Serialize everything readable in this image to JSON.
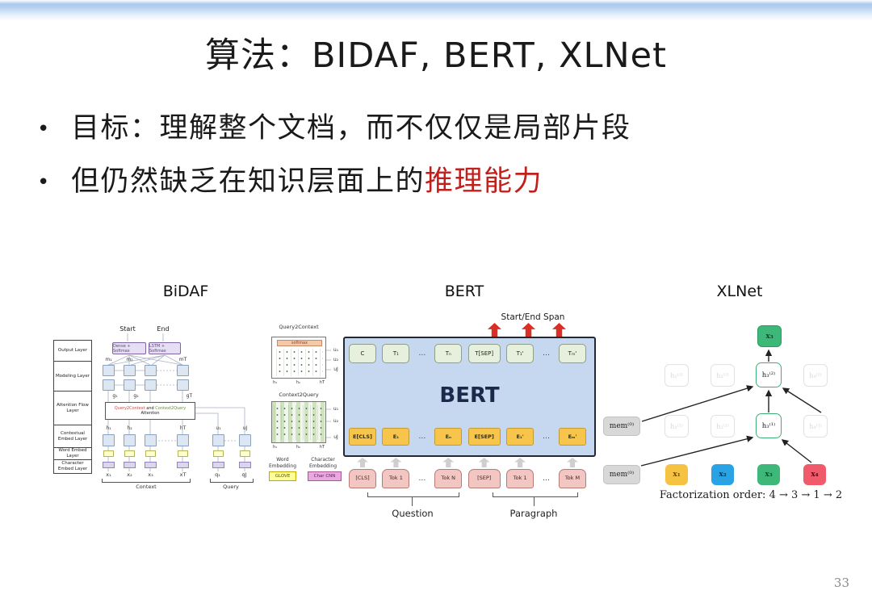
{
  "slide": {
    "title": "算法：BIDAF, BERT, XLNet",
    "bullet_glyph": "•",
    "bullet1": "目标：理解整个文档，而不仅仅是局部片段",
    "bullet2_black": "但仍然缺乏在知识层面上的",
    "bullet2_red": "推理能力",
    "accent_red": "#C00000",
    "page_number": "33"
  },
  "bidaf": {
    "title": "BiDAF",
    "start": "Start",
    "end": "End",
    "box_dense": "Dense + Softmax",
    "box_lstm": "LSTM + Softmax",
    "m": [
      "m₁",
      "m₂",
      "mT"
    ],
    "g": [
      "g₁",
      "g₂",
      "gT"
    ],
    "attn1a": "Query2Context",
    "attn1b": " and ",
    "attn1c": "Context2Query",
    "attn2": "Attention",
    "h": [
      "h₁",
      "h₂",
      "hT"
    ],
    "u": [
      "u₁",
      "uJ"
    ],
    "x": [
      "x₁",
      "x₂",
      "x₃",
      "xT"
    ],
    "q": [
      "q₁",
      "qJ"
    ],
    "context": "Context",
    "query": "Query",
    "layers": [
      "Output Layer",
      "Modeling Layer",
      "Attention Flow Layer",
      "Contextual Embed Layer",
      "Word Embed Layer",
      "Character Embed Layer"
    ],
    "m1_title": "Query2Context",
    "softmax": "softmax",
    "m1_u": [
      "u₁",
      "u₂",
      "uJ"
    ],
    "m1_h": [
      "h₁",
      "h₂",
      "hT"
    ],
    "m2_title": "Context2Query",
    "m2_u": [
      "u₁",
      "u₂",
      "uJ"
    ],
    "m2_h": [
      "h₁",
      "h₂",
      "hT"
    ],
    "legend_word": "Word Embedding",
    "legend_word_box": "GLOVE",
    "legend_char": "Character Embedding",
    "legend_char_box": "Char CNN"
  },
  "bert": {
    "title": "BERT",
    "span_label": "Start/End Span",
    "center": "BERT",
    "t_row": [
      "C",
      "T₁",
      "…",
      "Tₙ",
      "T[SEP]",
      "T₁'",
      "…",
      "Tₘ'"
    ],
    "e_row": [
      "E[CLS]",
      "E₁",
      "…",
      "Eₙ",
      "E[SEP]",
      "E₁'",
      "…",
      "Eₘ'"
    ],
    "tok_row": [
      "[CLS]",
      "Tok 1",
      "…",
      "Tok N",
      "[SEP]",
      "Tok 1",
      "…",
      "Tok M"
    ],
    "question": "Question",
    "paragraph": "Paragraph"
  },
  "xlnet": {
    "title": "XLNet",
    "output": "x₃",
    "layer2": [
      "h₁⁽²⁾",
      "h₂⁽²⁾",
      "h₃⁽²⁾",
      "h₄⁽²⁾"
    ],
    "layer1": [
      "h₁⁽¹⁾",
      "h₂⁽¹⁾",
      "h₃⁽¹⁾",
      "h₄⁽¹⁾"
    ],
    "mem_layer1": "mem⁽⁰⁾",
    "mem_input": "mem⁽⁰⁾",
    "inputs": [
      "x₁",
      "x₂",
      "x₃",
      "x₄"
    ],
    "caption": "Factorization order: 4 → 3 → 1 → 2",
    "colors": {
      "x1": "#F5C242",
      "x2": "#29A3E3",
      "x3": "#3EB878",
      "x4": "#F05A6B"
    }
  }
}
